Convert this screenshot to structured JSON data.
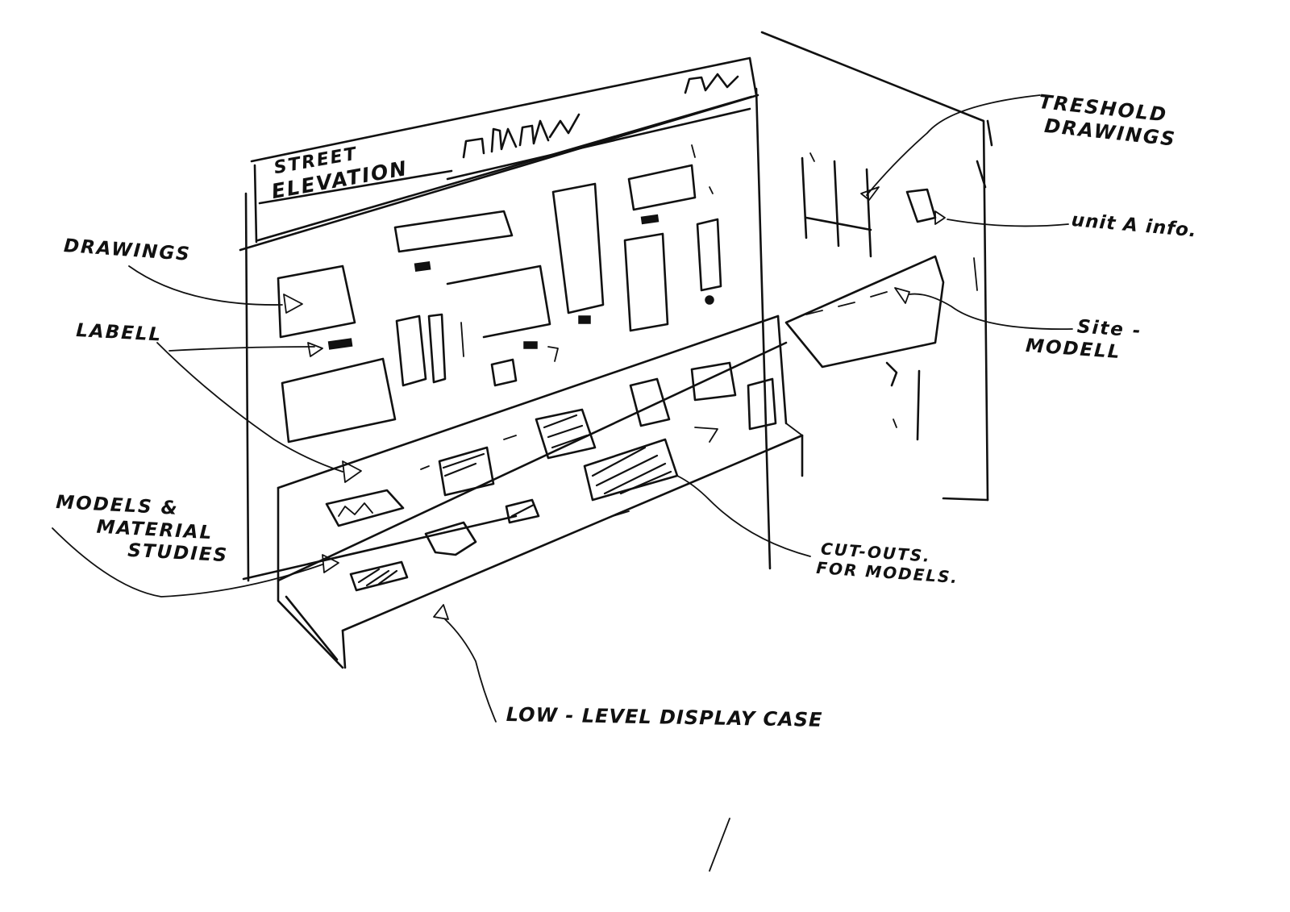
{
  "labels": {
    "street_elevation": [
      "STREET",
      "ELEVATION"
    ],
    "drawings": "DRAWINGS",
    "label": "LABELL",
    "models_materials": [
      "MODELS &",
      "MATERIAL",
      "STUDIES"
    ],
    "threshold_drawings": [
      "TRESHOLD",
      "DRAWINGS"
    ],
    "unit_info": "unit A info.",
    "site_model": [
      "Site -",
      "MODELL"
    ],
    "cut_outs": [
      "CUT-OUTS.",
      "FOR MODELS."
    ],
    "display_case": "LOW - LEVEL DISPLAY CASE"
  },
  "colors": {
    "ink": "#111111",
    "paper": "#ffffff"
  }
}
